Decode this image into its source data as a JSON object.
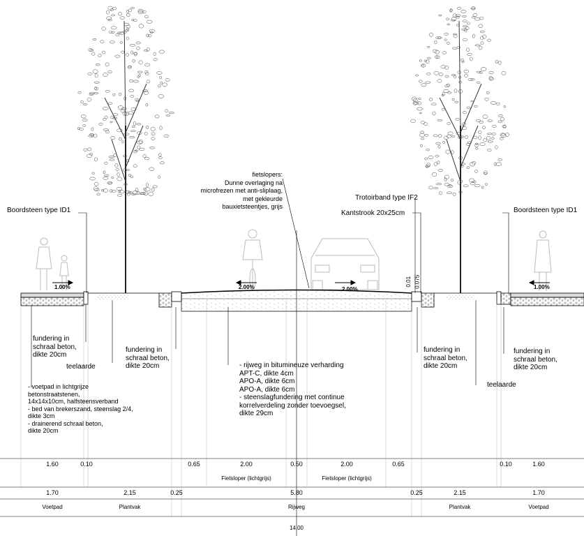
{
  "labels": {
    "boordsteen_left": "Boordsteen type ID1",
    "boordsteen_right": "Boordsteen type ID1",
    "trotoirband": "Trotoirband type IF2",
    "kantstrook": "Kantstrook 20x25cm",
    "fietslopers_note": [
      "fietslopers:",
      "Dunne overlaging na",
      "microfrezen met anti-sliplaag,",
      "met gekleurde",
      "bauxietsteentjes, grijs"
    ],
    "fundering_left": [
      "fundering in",
      "schraal beton,",
      "dikte 20cm"
    ],
    "fundering_plantvak_left": [
      "fundering in",
      "schraal beton,",
      "dikte 20cm"
    ],
    "fundering_kant": [
      "fundering in",
      "schraal beton,",
      "dikte 20cm"
    ],
    "fundering_right": [
      "fundering in",
      "schraal beton,",
      "dikte 20cm"
    ],
    "teelaarde_left": "teelaarde",
    "teelaarde_right": "teelaarde",
    "rijweg_note": [
      "- rijweg in bitumineuze verharding",
      "APT-C, dikte 4cm",
      "APO-A, dikte 6cm",
      "APO-A, dikte 6cm",
      "- steenslagfundering met continue",
      "korrelverdeling zonder toevoegsel,",
      "dikte 29cm"
    ],
    "voetpad_note": [
      "- voetpad in lichtgrijze",
      "betonstraatstenen,",
      "14x14x10cm, halfsteensverband",
      "- bed van brekerszand, steenslag 2/4,",
      "dikte 3cm",
      "- drainerend schraal beton,",
      "dikte 20cm"
    ],
    "slopes": [
      "1.00%",
      "2.00%",
      "2.00%",
      "1.00%"
    ],
    "kant_dims": [
      "0.01",
      "0.075"
    ]
  },
  "dimension_rows": {
    "row1": [
      "1.60",
      "0.10",
      "0.65",
      "2.00",
      "0.50",
      "2.00",
      "0.65",
      "0.10",
      "1.60"
    ],
    "fietsloper": [
      "Fietsloper (lichtgrijs)",
      "Fietsloper (lichtgrijs)"
    ],
    "row2": [
      "1.70",
      "2.15",
      "0.25",
      "5.80",
      "0.25",
      "2.15",
      "1.70"
    ],
    "row2_names": [
      "Voetpad",
      "Plantvak",
      "Rijweg",
      "Plantvak",
      "Voetpad"
    ],
    "total": "14.00"
  }
}
